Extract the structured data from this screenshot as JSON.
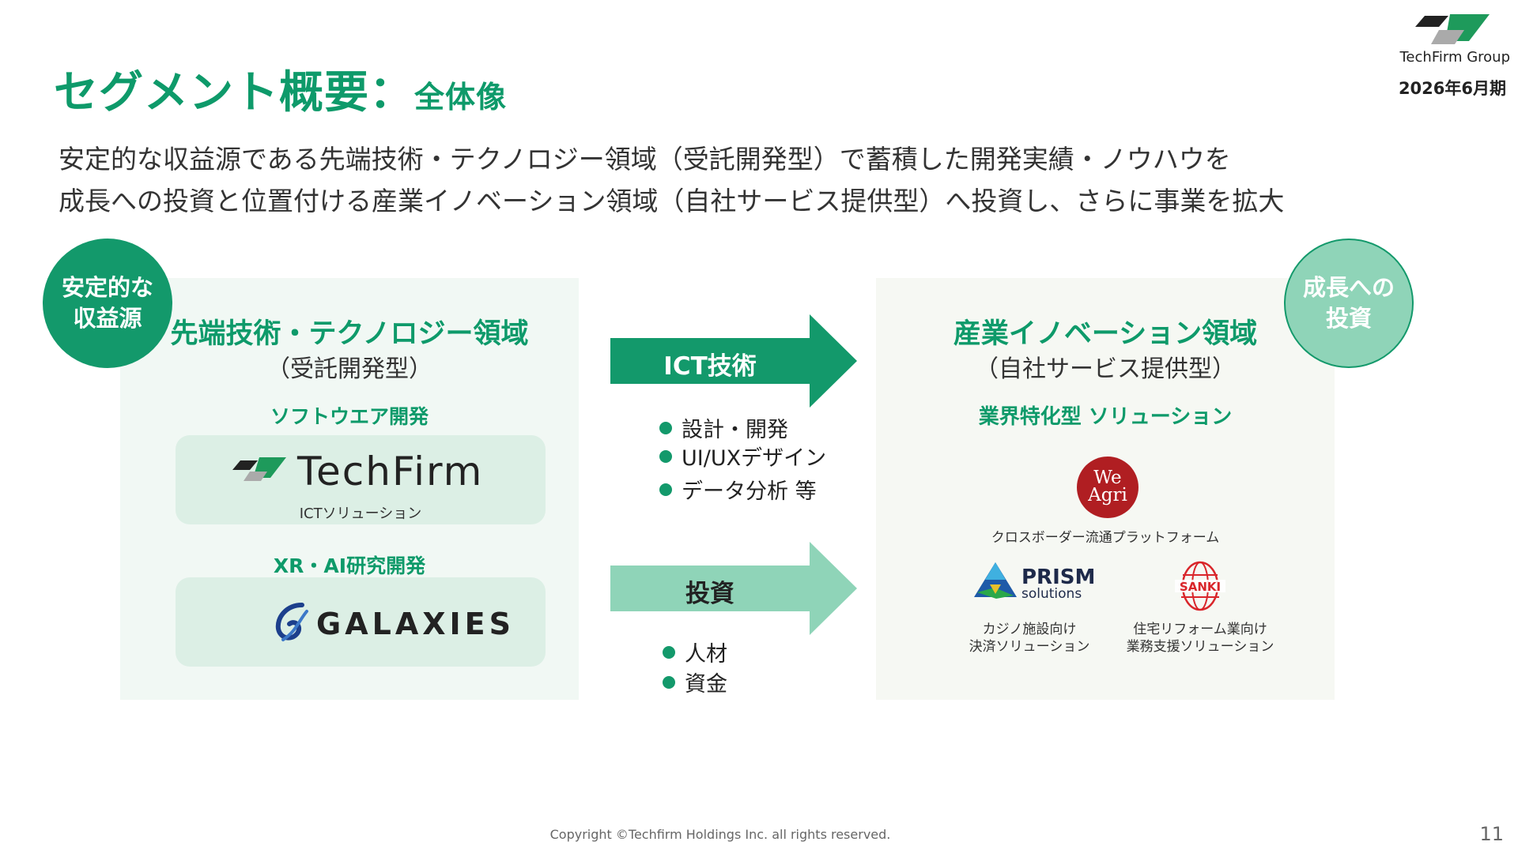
{
  "header": {
    "title_main": "セグメント概要",
    "title_separator": "：",
    "title_sub": "全体像",
    "logo_text": "TechFirm Group",
    "period": "2026年6月期"
  },
  "lead": {
    "line1": "安定的な収益源である先端技術・テクノロジー領域（受託開発型）で蓄積した開発実績・ノウハウを",
    "line2": "成長への投資と位置付ける産業イノベーション領域（自社サービス提供型）へ投資し、さらに事業を拡大"
  },
  "left_circle": {
    "line1": "安定的な",
    "line2": "収益源"
  },
  "right_circle": {
    "line1": "成長への",
    "line2": "投資"
  },
  "left_panel": {
    "title": "先端技術・テクノロジー領域",
    "subtitle": "（受託開発型）",
    "category1": "ソフトウエア開発",
    "techfirm_wordmark": "TechFirm",
    "techfirm_caption": "ICTソリューション",
    "category2": "XR・AI研究開発",
    "galaxies_wordmark": "GALAXIES"
  },
  "arrows": {
    "ict_label": "ICT技術",
    "ict_bullets": [
      "設計・開発",
      "UI/UXデザイン",
      "データ分析 等"
    ],
    "invest_label": "投資",
    "invest_bullets": [
      "人材",
      "資金"
    ]
  },
  "right_panel": {
    "title": "産業イノベーション領域",
    "subtitle": "（自社サービス提供型）",
    "category": "業界特化型 ソリューション",
    "weagri_line1": "We",
    "weagri_line2": "Agri",
    "weagri_caption": "クロスボーダー流通プラットフォーム",
    "prism_name": "PRISM",
    "prism_solutions": "solutions",
    "prism_caption1": "カジノ施設向け",
    "prism_caption2": "決済ソリューション",
    "sanki_caption1": "住宅リフォーム業向け",
    "sanki_caption2": "業務支援ソリューション"
  },
  "footer": {
    "copyright": "Copyright ©Techfirm Holdings Inc. all rights reserved.",
    "page_number": "11"
  },
  "colors": {
    "brand_green": "#13996b",
    "light_green": "#8fd4b8",
    "left_panel_bg": "#f1f8f4",
    "right_panel_bg": "#f6f8f3",
    "card_bg": "#dcefe5",
    "weagri_red": "#b01e22",
    "sanki_red": "#d9252a"
  },
  "icons": {
    "group_logo": "techfirm-logo-icon",
    "techfirm_mark": "techfirm-mark-icon",
    "galaxies_mark": "galaxies-swirl-icon",
    "prism_mark": "prism-triangle-icon",
    "sanki_mark": "sanki-globe-icon"
  }
}
